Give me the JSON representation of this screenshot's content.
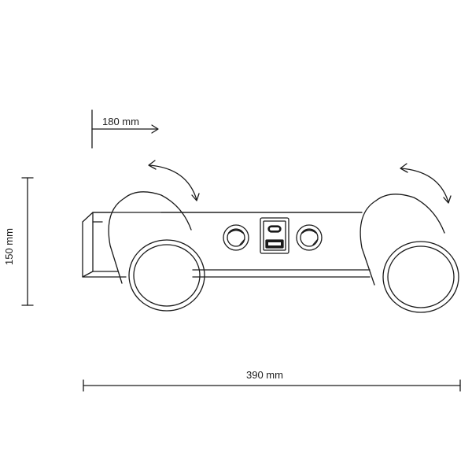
{
  "dimensions": {
    "depth": "180 mm",
    "height": "150 mm",
    "width": "390 mm"
  },
  "colors": {
    "line": "#1a1a1a",
    "background": "#ffffff"
  }
}
